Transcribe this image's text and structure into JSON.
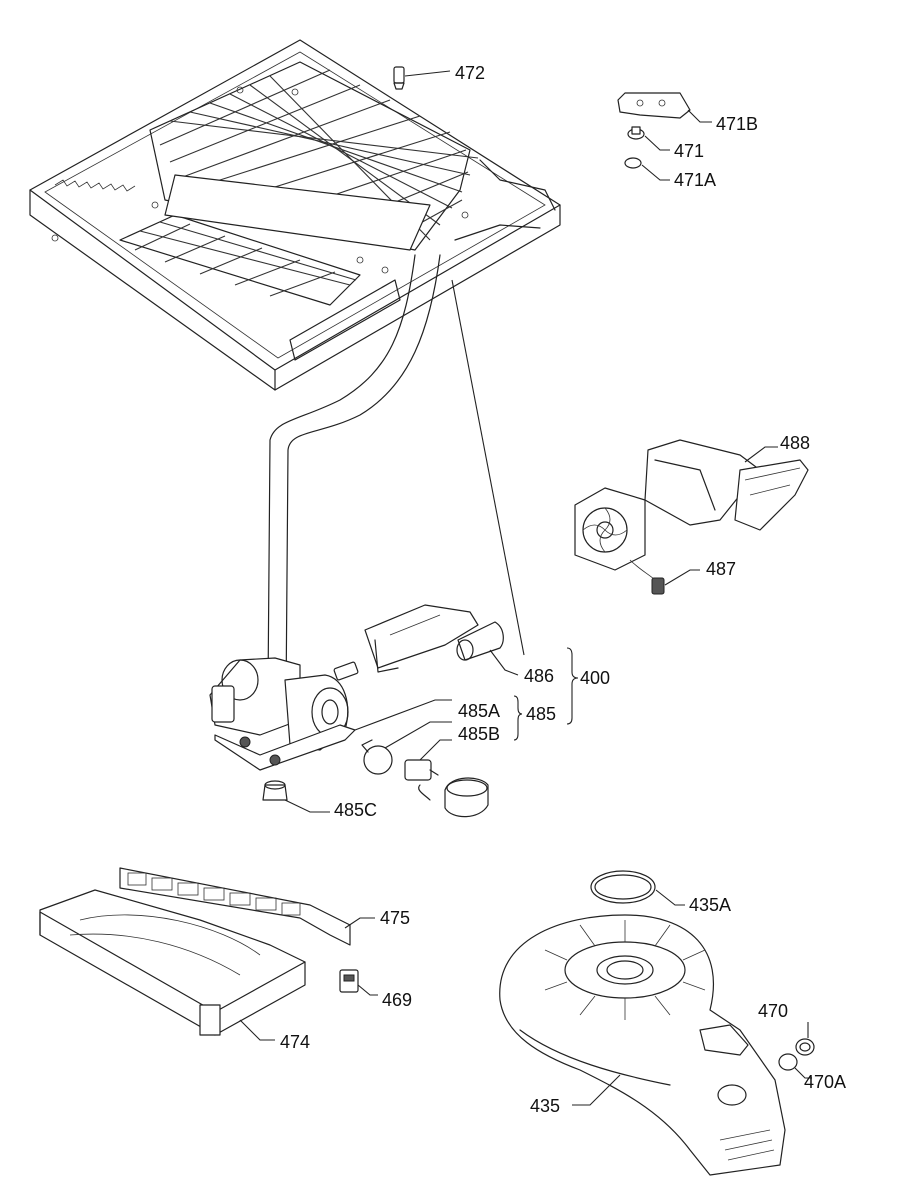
{
  "labels": {
    "p472": "472",
    "p471B": "471B",
    "p471": "471",
    "p471A": "471A",
    "p488": "488",
    "p487": "487",
    "p486": "486",
    "p400": "400",
    "p485A": "485A",
    "p485": "485",
    "p485B": "485B",
    "p485C": "485C",
    "p475": "475",
    "p435A": "435A",
    "p469": "469",
    "p470": "470",
    "p474": "474",
    "p470A": "470A",
    "p435": "435"
  }
}
